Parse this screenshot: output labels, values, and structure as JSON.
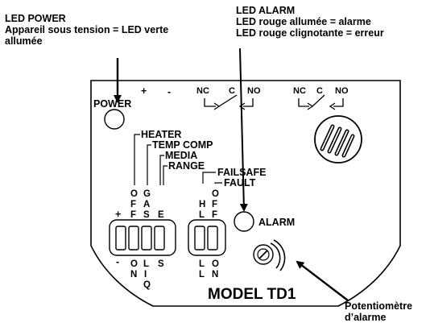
{
  "callouts": {
    "power": [
      "LED POWER",
      "Appareil sous tension = LED verte",
      "allumée"
    ],
    "alarm": [
      "LED ALARM",
      "LED rouge allumée = alarme",
      "LED rouge clignotante = erreur"
    ],
    "pot": [
      "Potentiomètre",
      "d’alarme"
    ]
  },
  "board": {
    "power_label": "POWER",
    "plus": "+",
    "minus": "-",
    "relay1": {
      "nc": "NC",
      "c": "C",
      "no": "NO"
    },
    "relay2": {
      "nc": "NC",
      "c": "C",
      "no": "NO"
    },
    "switch_labels": [
      "HEATER",
      "TEMP COMP",
      "MEDIA",
      "RANGE"
    ],
    "sw1_top": [
      [
        "O",
        "F",
        "F"
      ],
      [
        "G",
        "A",
        "S"
      ],
      [
        "E"
      ]
    ],
    "sw1_plus": "+",
    "sw1_minus": "-",
    "sw1_bottom": [
      [
        "O",
        "N"
      ],
      [
        "L",
        "I",
        "Q"
      ],
      [
        "S"
      ]
    ],
    "switch2_labels": [
      "FAILSAFE",
      "FAULT"
    ],
    "sw2_top": [
      [
        "H"
      ],
      [
        "O",
        "F",
        "F"
      ]
    ],
    "sw2_top_extra": [
      "L",
      "F"
    ],
    "sw2_bottom": [
      [
        "L"
      ],
      [
        "O",
        "N"
      ]
    ],
    "alarm_label": "ALARM",
    "model": "MODEL TD1"
  },
  "colors": {
    "ink": "#000000",
    "background": "#ffffff"
  }
}
